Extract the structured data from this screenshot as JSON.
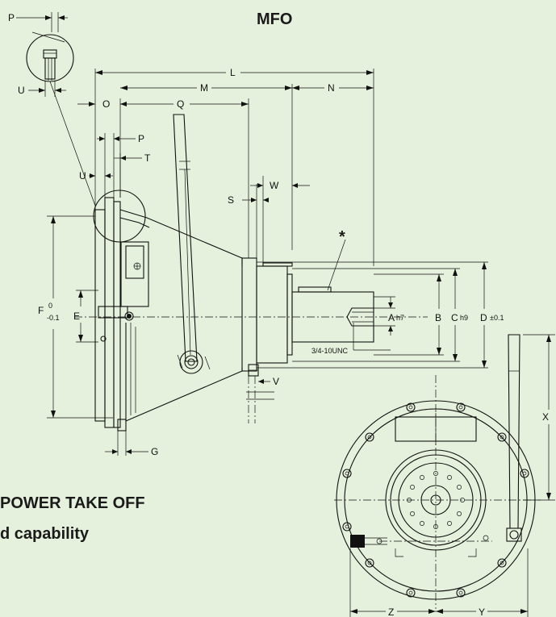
{
  "title": "MFO",
  "caption": {
    "line1": "POWER TAKE OFF",
    "line2": "d capability"
  },
  "note": {
    "asterisk": "*",
    "thread": "3/4-10UNC"
  },
  "dims": {
    "P": "P",
    "U": "U",
    "L": "L",
    "M": "M",
    "N": "N",
    "O": "O",
    "Q": "Q",
    "T": "T",
    "W": "W",
    "S": "S",
    "E": "E",
    "F": "F",
    "F_tol_top": "0",
    "F_tol_bot": "-0.1",
    "A": "A",
    "A_fit": "h7",
    "B": "B",
    "C": "C",
    "C_fit": "h9",
    "D": "D",
    "D_tol": "±0.1",
    "V": "V",
    "G": "G",
    "X": "X",
    "Z": "Z",
    "Y": "Y"
  }
}
